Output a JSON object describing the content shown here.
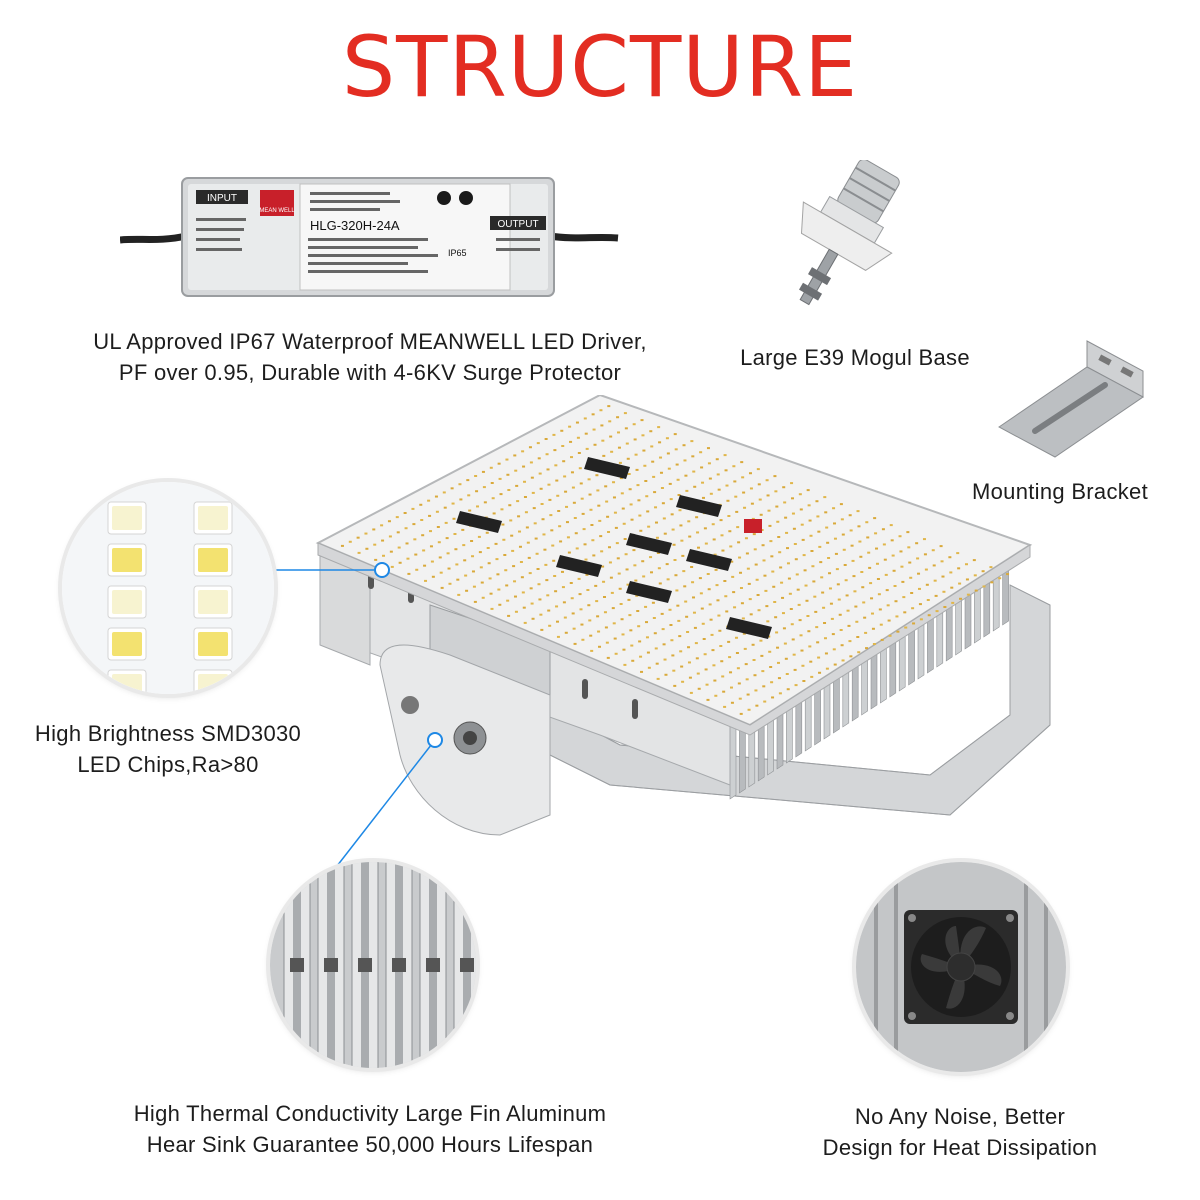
{
  "title": "STRUCTURE",
  "features": {
    "driver": {
      "line1": "UL Approved IP67 Waterproof MEANWELL LED Driver,",
      "line2": "PF over 0.95, Durable with 4-6KV Surge Protector"
    },
    "mogul_base": {
      "line1": "Large E39 Mogul Base"
    },
    "bracket": {
      "line1": "Mounting Bracket"
    },
    "chips": {
      "line1": "High Brightness SMD3030",
      "line2": "LED Chips,Ra>80"
    },
    "heatsink": {
      "line1": "High Thermal Conductivity Large Fin Aluminum",
      "line2": "Hear Sink Guarantee 50,000 Hours Lifespan"
    },
    "fan": {
      "line1": "No Any Noise, Better",
      "line2": "Design for Heat Dissipation"
    }
  },
  "driver_label": {
    "input": "INPUT",
    "output": "OUTPUT",
    "model": "HLG-320H-24A",
    "brand": "MEAN WELL",
    "ip": "IP65"
  },
  "colors": {
    "title": "#e32d22",
    "accent_line": "#1e88e5",
    "text": "#1d1d1d"
  }
}
